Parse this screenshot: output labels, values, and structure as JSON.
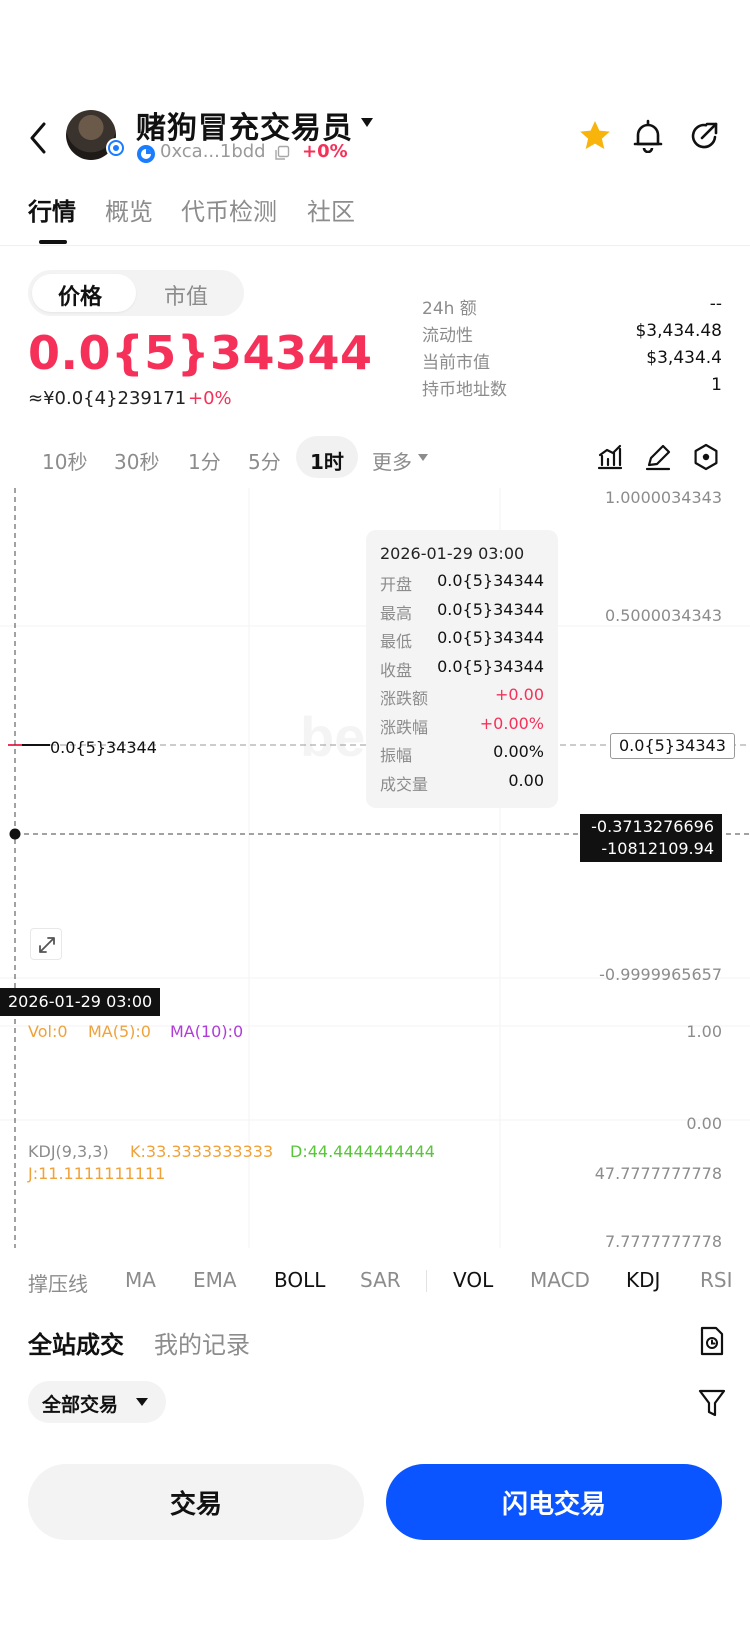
{
  "header": {
    "token_name": "赌狗冒充交易员",
    "address": "0xca...1bdd",
    "change_pct": "+0%"
  },
  "tabs": [
    "行情",
    "概览",
    "代币检测",
    "社区"
  ],
  "price_toggle": {
    "price_label": "价格",
    "mcap_label": "市值"
  },
  "price": {
    "value": "0.0{5}34344",
    "cny": "≈¥0.0{4}239171",
    "cny_change": "+0%"
  },
  "stats": [
    {
      "label": "24h  额",
      "value": "--"
    },
    {
      "label": "流动性",
      "value": "$3,434.48"
    },
    {
      "label": "当前市值",
      "value": "$3,434.4"
    },
    {
      "label": "持币地址数",
      "value": "1"
    }
  ],
  "timeframes": [
    "10秒",
    "30秒",
    "1分",
    "5分",
    "1时",
    "更多"
  ],
  "active_timeframe": "1时",
  "chart": {
    "y_labels": [
      "1.0000034343",
      "0.5000034343",
      "-0.9999965657"
    ],
    "last_price_label": "0.0{5}34344",
    "price_tag": "0.0{5}34343",
    "crosshair_value": "-0.3713276696",
    "crosshair_pct": "-10812109.94 %",
    "crosshair_time": "2026-01-29 03:00",
    "tooltip": {
      "date": "2026-01-29 03:00",
      "rows": [
        {
          "k": "开盘",
          "v": "0.0{5}34344"
        },
        {
          "k": "最高",
          "v": "0.0{5}34344"
        },
        {
          "k": "最低",
          "v": "0.0{5}34344"
        },
        {
          "k": "收盘",
          "v": "0.0{5}34344"
        },
        {
          "k": "涨跌额",
          "v": "+0.00"
        },
        {
          "k": "涨跌幅",
          "v": "+0.00%"
        },
        {
          "k": "振幅",
          "v": "0.00%"
        },
        {
          "k": "成交量",
          "v": "0.00"
        }
      ]
    },
    "vol": {
      "vol": "Vol:0",
      "ma5": "MA(5):0",
      "ma10": "MA(10):0",
      "y_top": "1.00",
      "y_bottom": "0.00"
    },
    "kdj": {
      "label": "KDJ(9,3,3)",
      "k": "K:33.3333333333",
      "d": "D:44.4444444444",
      "j": "J:11.1111111111",
      "y_top": "47.7777777778",
      "y_bottom": "7.7777777778"
    }
  },
  "indicator_tabs": [
    "撑压线",
    "MA",
    "EMA",
    "BOLL",
    "SAR",
    "VOL",
    "MACD",
    "KDJ",
    "RSI"
  ],
  "trades": {
    "tab_all": "全站成交",
    "tab_mine": "我的记录",
    "filter": "全部交易"
  },
  "actions": {
    "trade": "交易",
    "flash_trade": "闪电交易"
  },
  "colors": {
    "red": "#f5315a",
    "blue": "#0a55ff",
    "star": "#f9b40b",
    "k": "#f0a23a",
    "d": "#5ac43a",
    "ma10": "#b03cd8"
  }
}
